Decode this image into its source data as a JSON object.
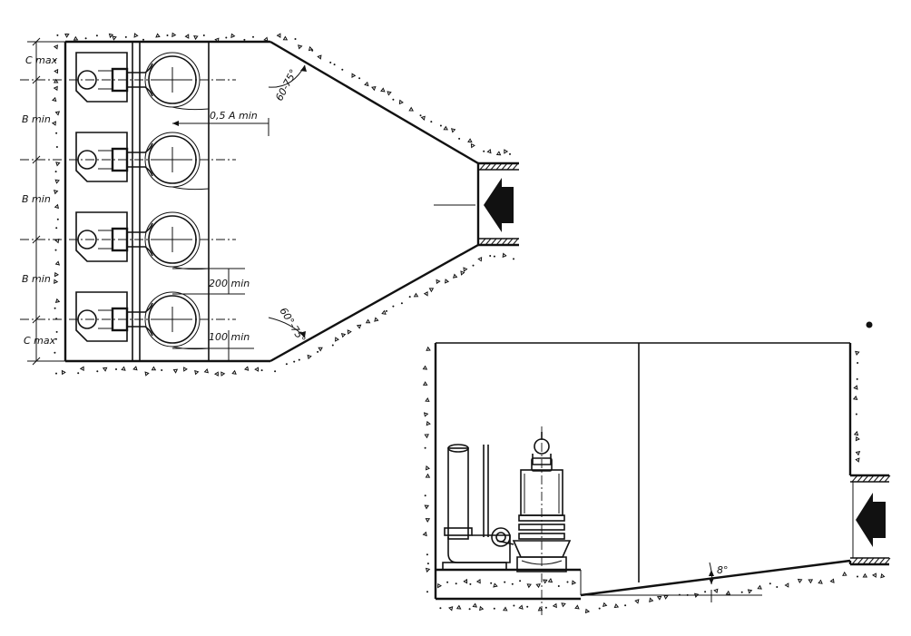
{
  "plan_view": {
    "dimension_labels": {
      "c_max_top": "C max",
      "b_min_1": "B min",
      "b_min_2": "B min",
      "b_min_3": "B min",
      "c_max_bottom": "C max",
      "half_a_min": "0,5 A min",
      "two_hundred_min": "200 min",
      "one_hundred_min": "100 min",
      "angle_top": "60-75°",
      "angle_bottom": "60°-75°"
    },
    "pump_count": 4
  },
  "section_view": {
    "dimension_labels": {
      "floor_slope": "8°"
    }
  },
  "colors": {
    "ink": "#111111",
    "paper": "#ffffff"
  }
}
